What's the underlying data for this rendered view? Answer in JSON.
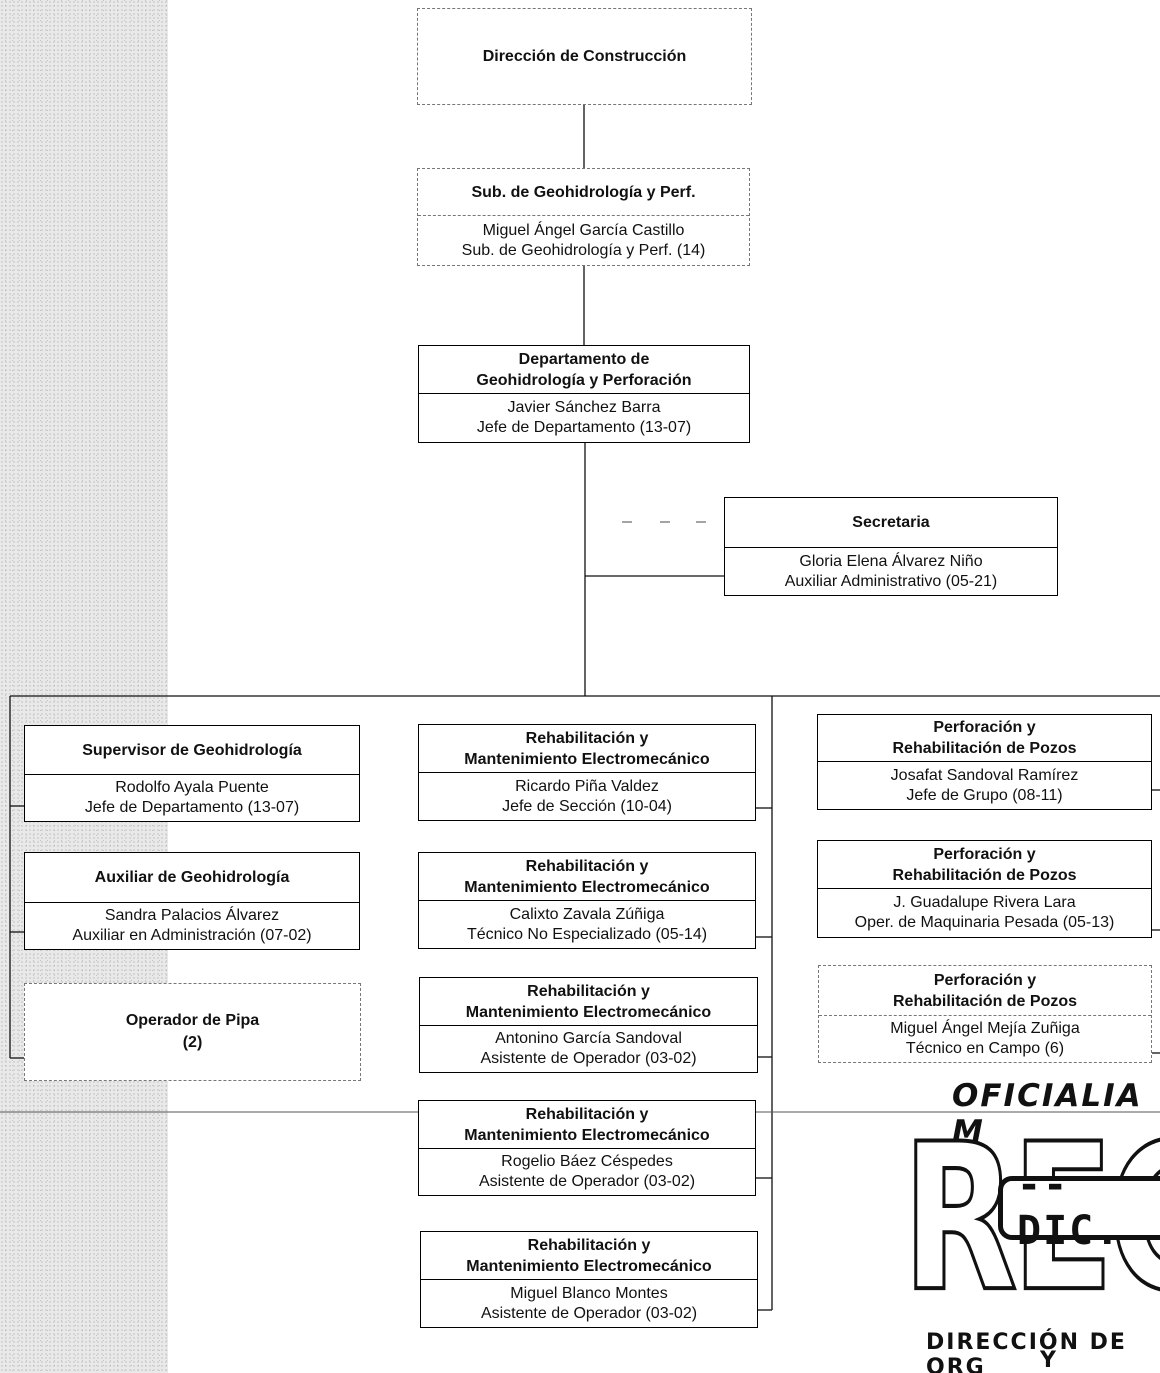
{
  "direccion": {
    "title": "Dirección de Construcción"
  },
  "subdireccion": {
    "title": "Sub. de Geohidrología y Perf.",
    "name": "Miguel Ángel García Castillo",
    "position": "Sub. de Geohidrología y Perf. (14)"
  },
  "departamento": {
    "title_line1": "Departamento de",
    "title_line2": "Geohidrología y Perforación",
    "name": "Javier Sánchez Barra",
    "position": "Jefe de Departamento (13-07)"
  },
  "secretaria": {
    "title": "Secretaria",
    "name": "Gloria Elena Álvarez Niño",
    "position": "Auxiliar Administrativo (05-21)"
  },
  "left_column": [
    {
      "title": "Supervisor de Geohidrología",
      "name": "Rodolfo Ayala Puente",
      "position": "Jefe de Departamento (13-07)"
    },
    {
      "title": "Auxiliar de Geohidrología",
      "name": "Sandra Palacios Álvarez",
      "position": "Auxiliar en Administración (07-02)"
    },
    {
      "title_line1": "Operador de Pipa",
      "title_line2": "(2)"
    }
  ],
  "middle_column": [
    {
      "title_line1": "Rehabilitación y",
      "title_line2": "Mantenimiento Electromecánico",
      "name": "Ricardo Piña Valdez",
      "position": "Jefe de Sección (10-04)"
    },
    {
      "title_line1": "Rehabilitación y",
      "title_line2": "Mantenimiento Electromecánico",
      "name": "Calixto Zavala Zúñiga",
      "position": "Técnico No Especializado (05-14)"
    },
    {
      "title_line1": "Rehabilitación y",
      "title_line2": "Mantenimiento Electromecánico",
      "name": "Antonino García Sandoval",
      "position": "Asistente de Operador (03-02)"
    },
    {
      "title_line1": "Rehabilitación y",
      "title_line2": "Mantenimiento Electromecánico",
      "name": "Rogelio Báez Céspedes",
      "position": "Asistente de Operador (03-02)"
    },
    {
      "title_line1": "Rehabilitación y",
      "title_line2": "Mantenimiento Electromecánico",
      "name": "Miguel Blanco Montes",
      "position": "Asistente de Operador (03-02)"
    }
  ],
  "right_column": [
    {
      "title_line1": "Perforación  y",
      "title_line2": "Rehabilitación de Pozos",
      "name": "Josafat Sandoval Ramírez",
      "position": "Jefe de Grupo (08-11)"
    },
    {
      "title_line1": "Perforación  y",
      "title_line2": "Rehabilitación de Pozos",
      "name": "J. Guadalupe Rivera Lara",
      "position": "Oper. de Maquinaria Pesada (05-13)"
    },
    {
      "title_line1": "Perforación  y",
      "title_line2": "Rehabilitación de Pozos",
      "name": "Miguel Ángel Mejía Zuñiga",
      "position": "Técnico en Campo (6)"
    }
  ],
  "stamp": {
    "line1": "OFICIALIA M",
    "big": "REGISTR",
    "dic": "-- DIC.",
    "bottom1": "DIRECCIÓN DE ORG",
    "bottom2": "Y METOD"
  }
}
